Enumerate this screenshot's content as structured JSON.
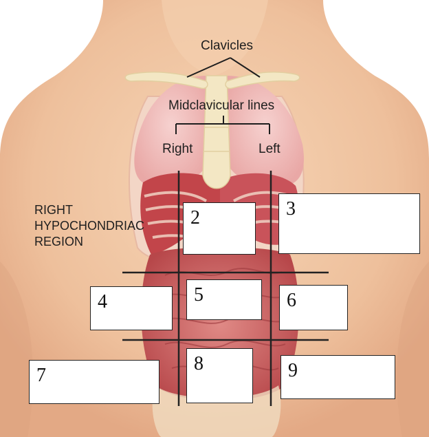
{
  "labels": {
    "clavicles": "Clavicles",
    "midclavicular_lines": "Midclavicular lines",
    "right": "Right",
    "left": "Left",
    "region_line1": "RIGHT",
    "region_line2": "HYPOCHONDRIAC",
    "region_line3": "REGION"
  },
  "answer_boxes": {
    "box2": "2",
    "box3": "3",
    "box4": "4",
    "box5": "5",
    "box6": "6",
    "box7": "7",
    "box8": "8",
    "box9": "9"
  },
  "colors": {
    "skin": "#f1c8a4",
    "skin_shadow": "#dfa57f",
    "lung": "#f0b6b4",
    "rib_cage": "#f3d6c6",
    "liver": "#c2454a",
    "intestines": "#c95c5c",
    "bone": "#f3e7c4",
    "grid_line": "#222222"
  }
}
